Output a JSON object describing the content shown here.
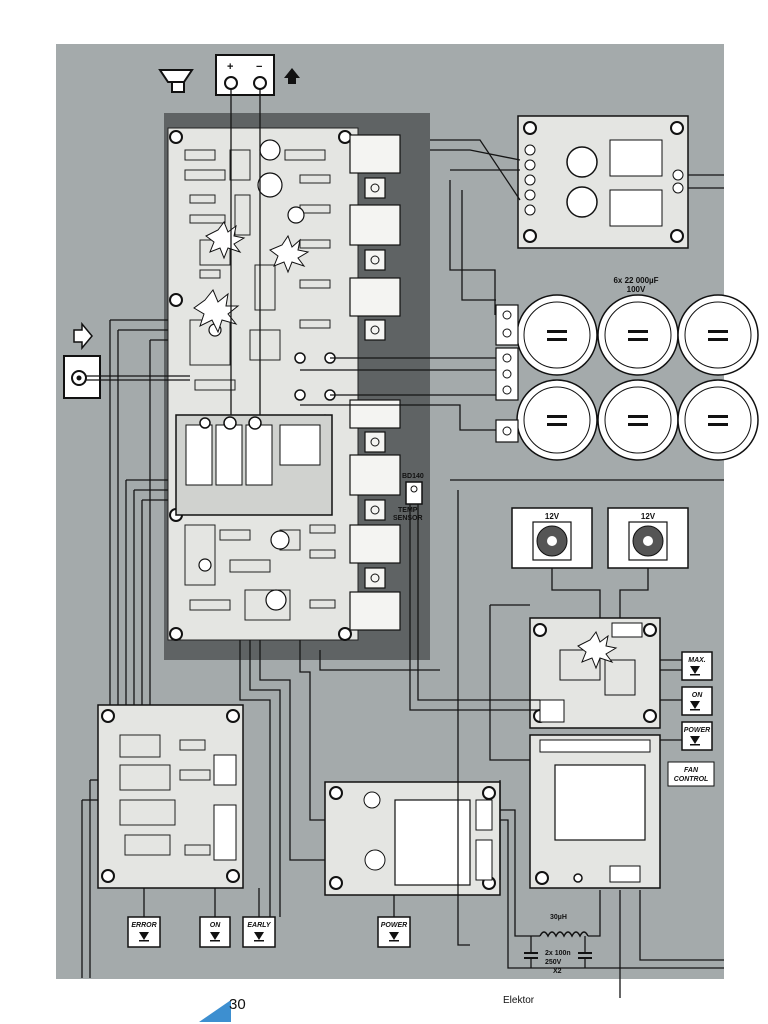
{
  "labels": {
    "cap_bank_title": "6x 22 000µF",
    "cap_bank_voltage": "100V",
    "fan_left": "12V",
    "fan_right": "12V",
    "temp_sensor_part": "BD140",
    "temp_sensor_line1": "TEMP",
    "temp_sensor_line2": "SENSOR",
    "max_indicator": "MAX.",
    "on_indicator_right": "ON",
    "power_indicator_right": "POWER",
    "fan_control_line1": "FAN",
    "fan_control_line2": "CONTROL",
    "error_indicator": "ERROR",
    "on_indicator_bottom": "ON",
    "early_indicator": "EARLY",
    "power_indicator_bottom": "POWER",
    "inductor": "30µH",
    "filter_caps_line1": "2x 100n",
    "filter_caps_line2": "250V",
    "filter_caps_line3": "X2",
    "speaker_plus": "+",
    "speaker_minus": "−"
  },
  "footer": {
    "page_number": "30",
    "magazine": "Elektor"
  },
  "colors": {
    "background_panel": "#a4aaab",
    "board_dark": "#5f6364",
    "board_light": "#e4e5e2",
    "wire": "#151515"
  }
}
